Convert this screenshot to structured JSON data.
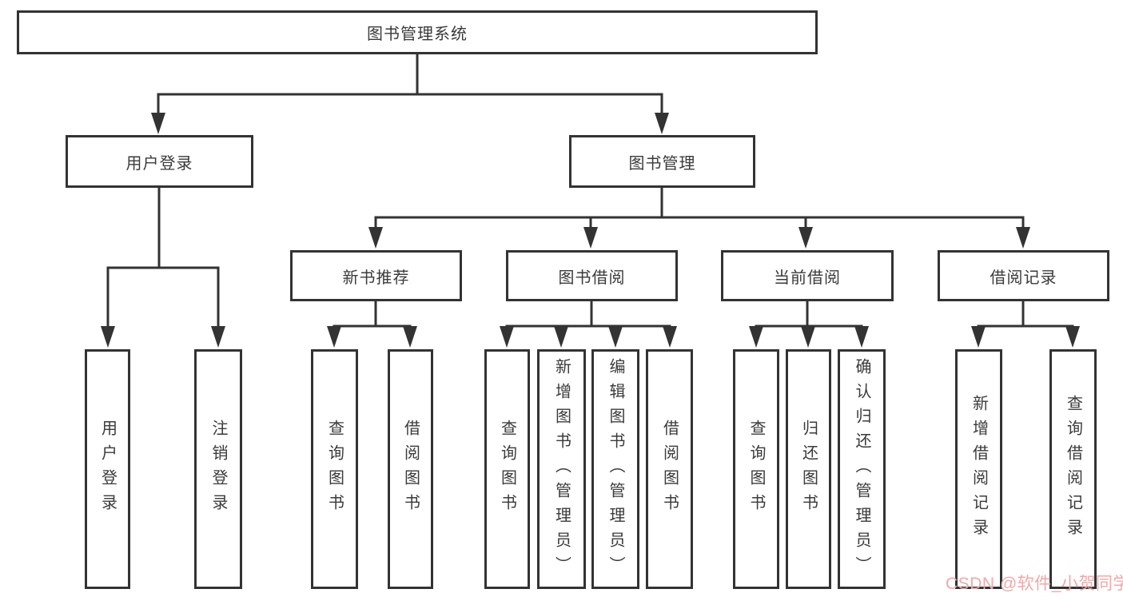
{
  "diagram": {
    "root": "图书管理系统",
    "level2": {
      "user_login": "用户登录",
      "book_management": "图书管理"
    },
    "level3": {
      "new_book_recommend": "新书推荐",
      "book_borrow": "图书借阅",
      "current_borrow": "当前借阅",
      "borrow_records": "借阅记录"
    },
    "leaves": {
      "user_login": "用户登录",
      "logout": "注销登录",
      "nb_query_books": "查询图书",
      "nb_borrow_books": "借阅图书",
      "bb_query_books": "查询图书",
      "bb_add_books": "新增图书（管理员）",
      "bb_edit_books": "编辑图书（管理员）",
      "bb_borrow_books": "借阅图书",
      "cb_query_books": "查询图书",
      "cb_return_books": "归还图书",
      "cb_confirm_return": "确认归还（管理员）",
      "br_add_record": "新增借阅记录",
      "br_query_record": "查询借阅记录"
    }
  },
  "watermark": {
    "text": "CSDN @软件_小贺同学",
    "color": "#f0a8a8"
  },
  "colors": {
    "line": "#333333",
    "box_border": "#333333",
    "text": "#3a3a3a",
    "background": "#ffffff"
  }
}
